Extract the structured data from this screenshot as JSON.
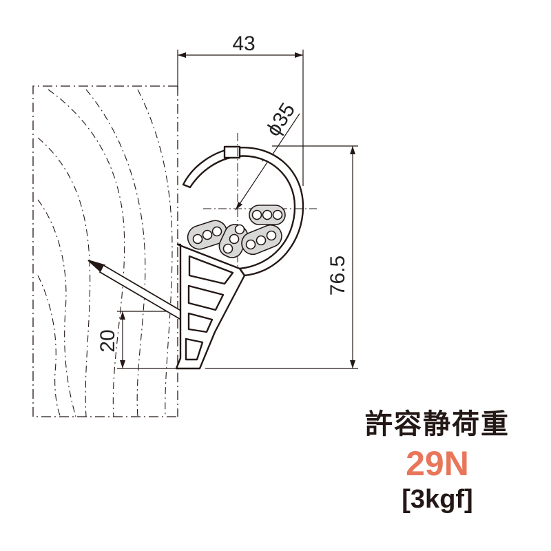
{
  "dimensions": {
    "width_43": "43",
    "diameter_35": "ϕ35",
    "height_76_5": "76.5",
    "height_20": "20"
  },
  "load": {
    "title": "許容静荷重",
    "value": "29N",
    "kgf": "[3kgf]"
  },
  "colors": {
    "line": "#231815",
    "accent": "#e8765a",
    "cable_fill": "#d8d8d8"
  }
}
